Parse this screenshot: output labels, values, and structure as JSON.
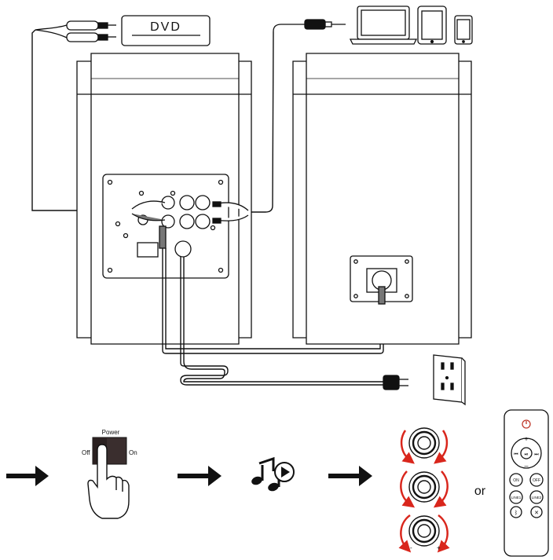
{
  "source_device_label": "DVD",
  "power_switch": {
    "title": "Power",
    "off_label": "Off",
    "on_label": "On"
  },
  "or_label": "or",
  "remote_buttons": {
    "on": "ON",
    "off": "OFF",
    "line1": "LINE1",
    "line2": "LINE2",
    "bluetooth_icon": "bluetooth-icon",
    "mute_icon": "mute-icon",
    "power_icon": "power-icon"
  },
  "knob_minus_label": "-",
  "knob_plus_label": "+",
  "colors": {
    "line": "#111111",
    "rotation_arrow": "#d9261c",
    "power_button": "#c0392b"
  }
}
